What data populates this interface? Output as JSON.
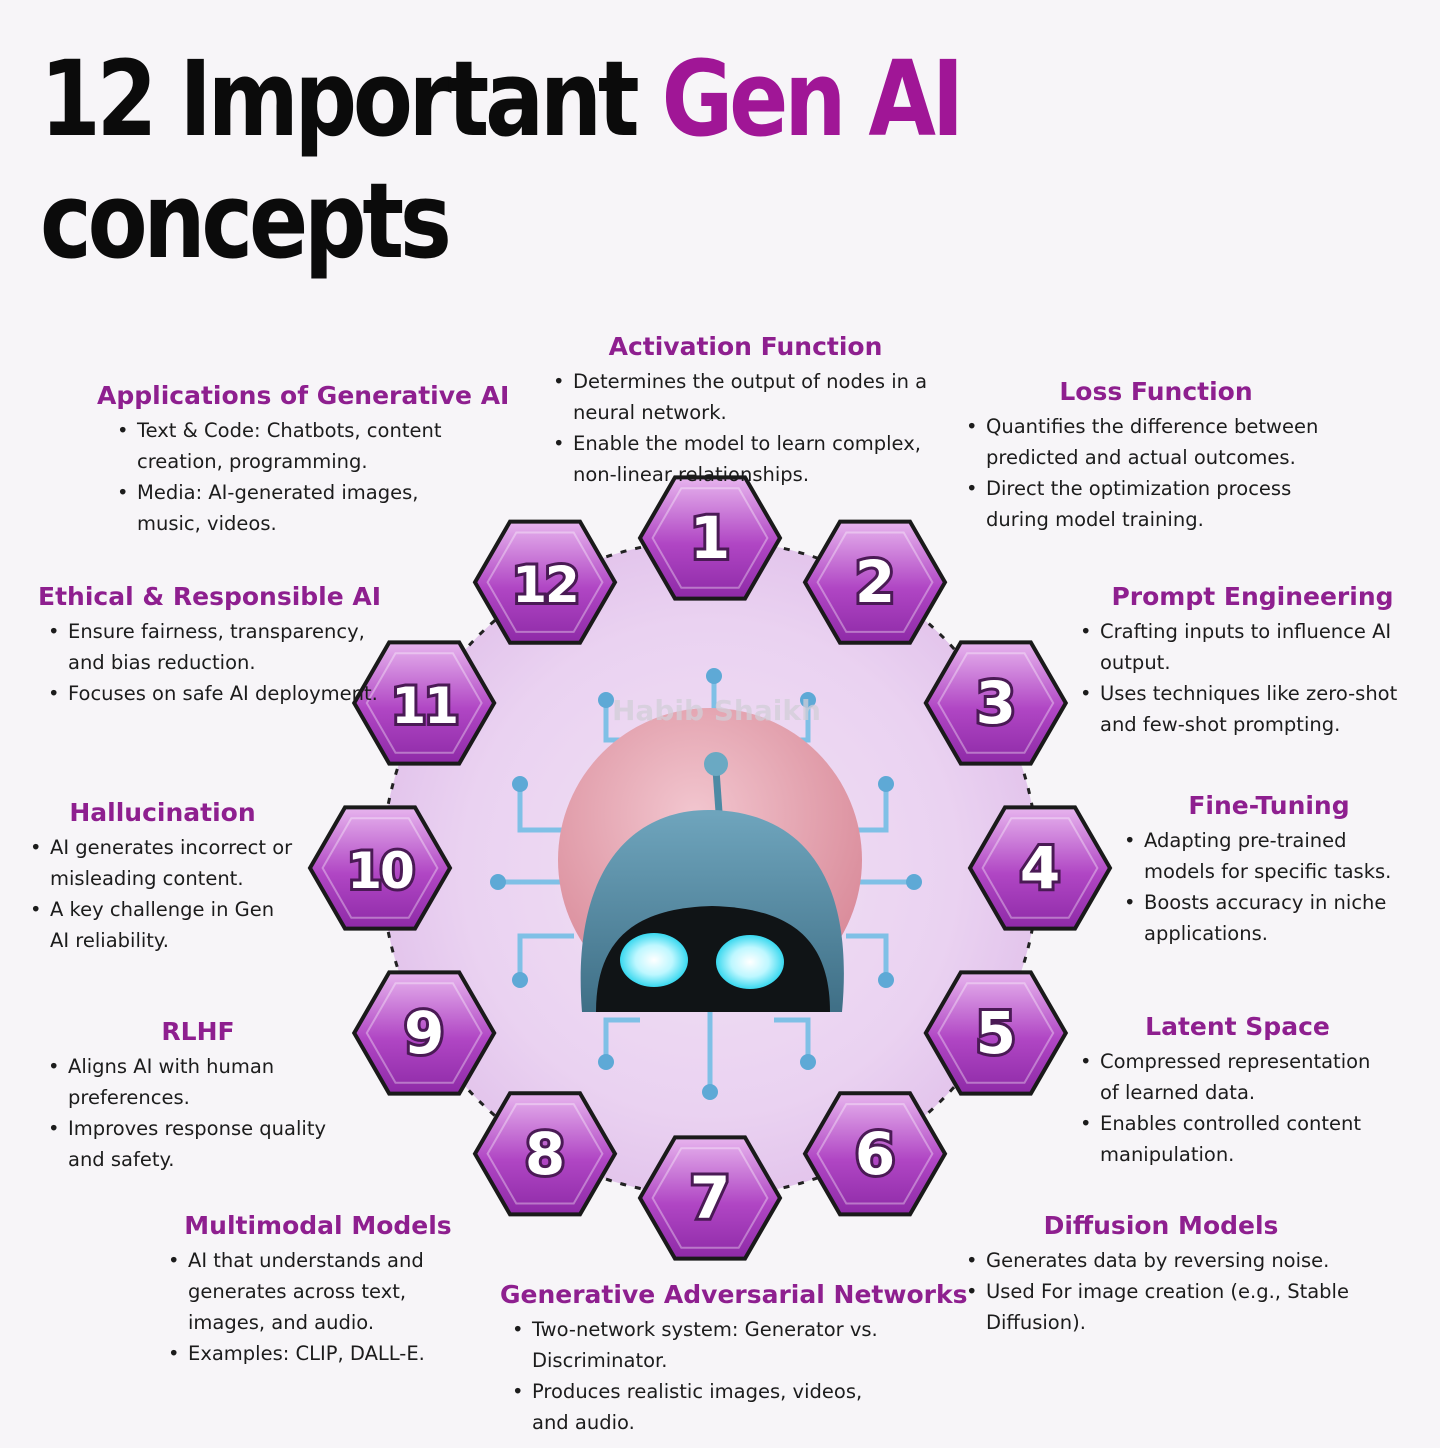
{
  "title": {
    "line1": "12 Important",
    "accent": "Gen AI",
    "line2": "concepts"
  },
  "watermark": "Habib Shaikh",
  "colors": {
    "accent": "#a01696",
    "heading": "#8e1f8f",
    "hex_fill": "#b046c4",
    "connector": "#7fc0e6"
  },
  "center_icon": "robot-head-icon",
  "hexagons": [
    "1",
    "2",
    "3",
    "4",
    "5",
    "6",
    "7",
    "8",
    "9",
    "10",
    "11",
    "12"
  ],
  "concepts": [
    {
      "heading": "Activation Function",
      "bullets": [
        "Determines the output of nodes in a neural network.",
        "Enable the model to learn complex, non-linear relationships."
      ]
    },
    {
      "heading": "Loss Function",
      "bullets": [
        "Quantifies the difference between predicted and actual outcomes.",
        "Direct the optimization process during model training."
      ]
    },
    {
      "heading": "Prompt Engineering",
      "bullets": [
        "Crafting inputs to influence AI output.",
        "Uses techniques like zero-shot and few-shot prompting."
      ]
    },
    {
      "heading": "Fine-Tuning",
      "bullets": [
        "Adapting pre-trained models for specific tasks.",
        "Boosts accuracy in niche applications."
      ]
    },
    {
      "heading": "Latent Space",
      "bullets": [
        "Compressed representation of learned data.",
        "Enables controlled content manipulation."
      ]
    },
    {
      "heading": "Diffusion Models",
      "bullets": [
        "Generates data by reversing noise.",
        "Used For image creation (e.g., Stable Diffusion)."
      ]
    },
    {
      "heading": "Generative Adversarial Networks",
      "bullets": [
        "Two-network system: Generator vs. Discriminator.",
        "Produces realistic images, videos, and audio."
      ]
    },
    {
      "heading": "Multimodal Models",
      "bullets": [
        "AI that understands and generates across text, images, and audio.",
        "Examples: CLIP, DALL-E."
      ]
    },
    {
      "heading": "RLHF",
      "bullets": [
        "Aligns AI with human preferences.",
        "Improves response quality and safety."
      ]
    },
    {
      "heading": "Hallucination",
      "bullets": [
        "AI generates incorrect or misleading content.",
        "A key challenge in Gen AI reliability."
      ]
    },
    {
      "heading": "Ethical & Responsible AI",
      "bullets": [
        "Ensure fairness, transparency, and bias reduction.",
        "Focuses on safe AI deployment."
      ]
    },
    {
      "heading": "Applications of Generative AI",
      "bullets": [
        "Text & Code: Chatbots, content creation, programming.",
        "Media: AI-generated images, music, videos."
      ]
    }
  ]
}
